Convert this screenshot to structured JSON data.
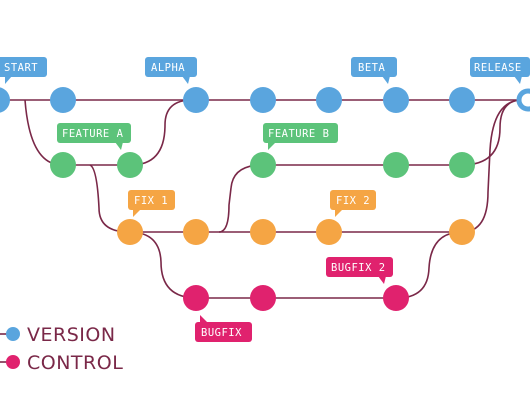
{
  "colors": {
    "line": "#7a2848",
    "blue": "#5aa5de",
    "green": "#5cc37a",
    "orange": "#f5a544",
    "pink": "#e0226e"
  },
  "tags": {
    "start": "START",
    "alpha": "ALPHA",
    "beta": "BETA",
    "release": "RELEASE",
    "feature_a": "FEATURE A",
    "feature_b": "FEATURE B",
    "fix_1": "FIX 1",
    "fix_2": "FIX 2",
    "bugfix_2": "BUGFIX 2",
    "bugfix": "BUGFIX"
  },
  "legend": {
    "line1": "VERSION",
    "line2": "CONTROL"
  }
}
